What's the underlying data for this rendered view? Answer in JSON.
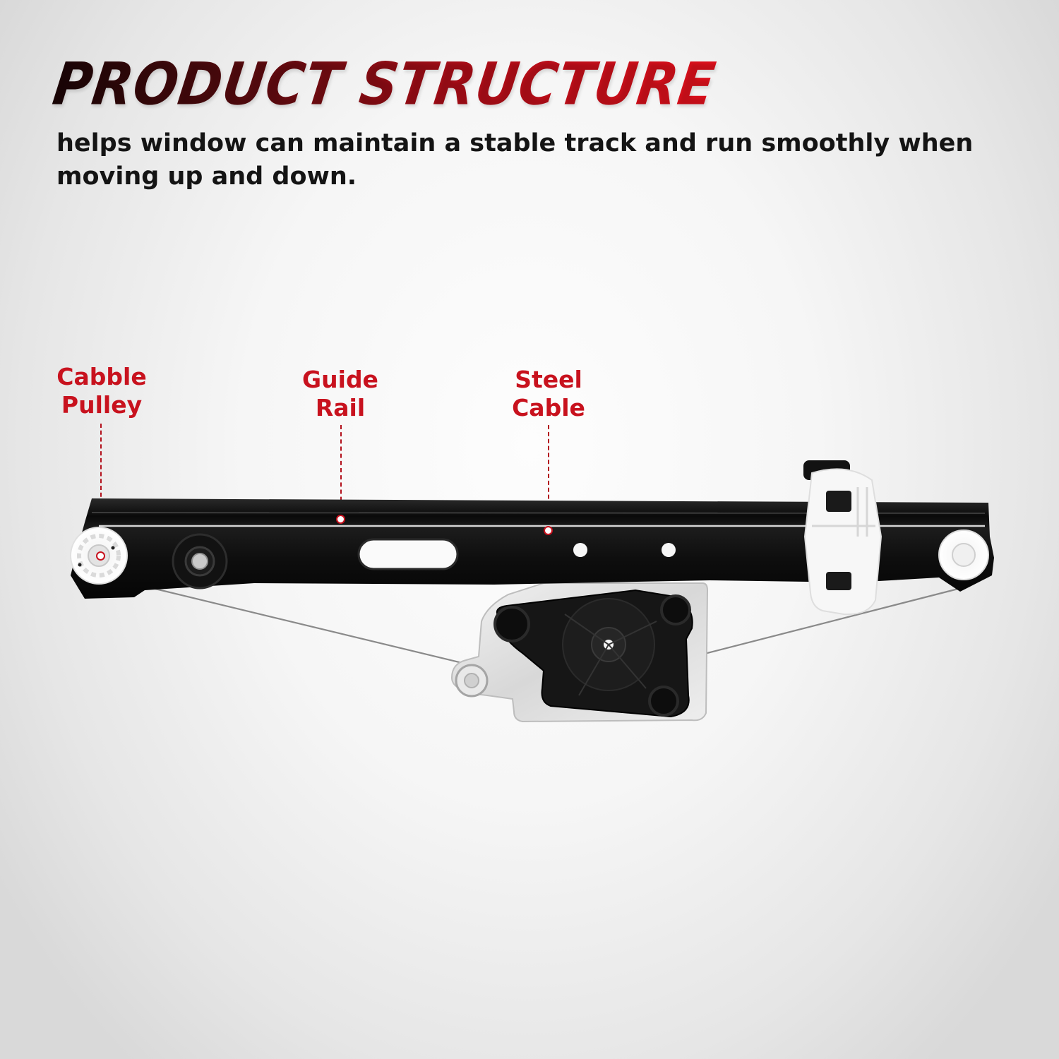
{
  "header": {
    "title": "PRODUCT STRUCTURE",
    "subtitle": "helps window can maintain a stable track and run smoothly when moving up and down."
  },
  "callouts": [
    {
      "line1": "Cabble",
      "line2": "Pulley"
    },
    {
      "line1": "Guide",
      "line2": "Rail"
    },
    {
      "line1": "Steel",
      "line2": "Cable"
    }
  ],
  "colors": {
    "accent_red": "#c8121e",
    "title_dark": "#1a0506",
    "body_text": "#141414",
    "rail_black": "#0c0c0c"
  }
}
